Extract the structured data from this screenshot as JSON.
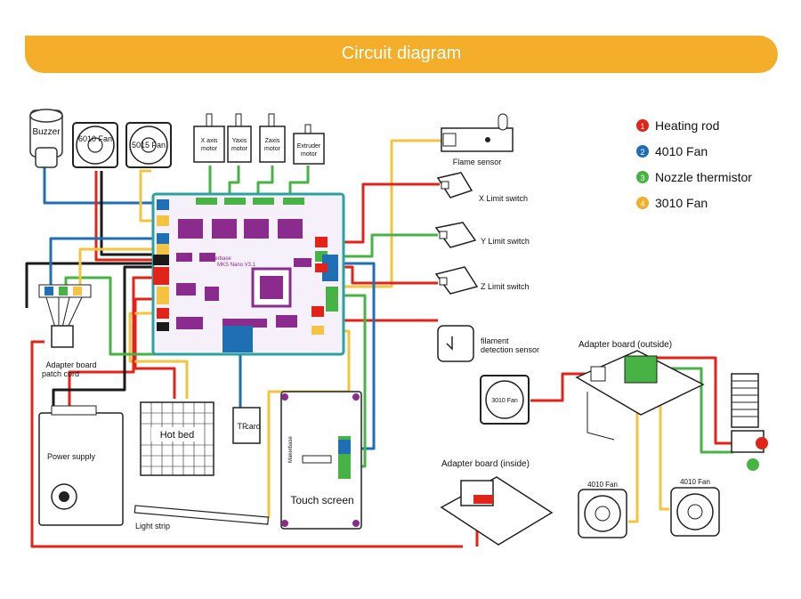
{
  "header": {
    "title": "Circuit diagram"
  },
  "legend": [
    {
      "number": "1",
      "label": "Heating rod",
      "color": "#e2231a"
    },
    {
      "number": "2",
      "label": "4010 Fan",
      "color": "#1f6fb5"
    },
    {
      "number": "3",
      "label": "Nozzle thermistor",
      "color": "#47b344"
    },
    {
      "number": "4",
      "label": "3010 Fan",
      "color": "#f5ae2a"
    }
  ],
  "components": {
    "buzzer": "Buzzer",
    "fan_6010": "6010 Fan",
    "fan_5015": "5015 Fan",
    "x_motor": [
      "X axis",
      "motor"
    ],
    "y_motor": [
      "Yaxis",
      "motor"
    ],
    "z_motor": [
      "Zaxis",
      "motor"
    ],
    "e_motor": [
      "Extruder",
      "motor"
    ],
    "flame_sensor": "Flame sensor",
    "x_limit": "X Limit switch",
    "y_limit": "Y Limit switch",
    "z_limit": "Z Limit switch",
    "filament_sensor": [
      "filament",
      "detection sensor"
    ],
    "adapter_patch": [
      "Adapter board",
      "patch cord"
    ],
    "power_supply": "Power supply",
    "hot_bed": "Hot bed",
    "tf_card": [
      "TF",
      "card"
    ],
    "touch_screen": "Touch screen",
    "touch_brand": "Makerbase",
    "light_strip": "Light strip",
    "adapter_outside": "Adapter board (outside)",
    "adapter_inside": "Adapter board (inside)",
    "fan_3010": "3010 Fan",
    "fan_4010_a": "4010 Fan",
    "fan_4010_b": "4010 Fan",
    "mainboard": {
      "brand": "Makerbase",
      "model": "MKS Nano V3.1"
    }
  },
  "wire_colors": {
    "red": "#e2231a",
    "blue": "#1f6fb5",
    "green": "#47b344",
    "yellow": "#f5c342",
    "black": "#1a1a1a"
  }
}
